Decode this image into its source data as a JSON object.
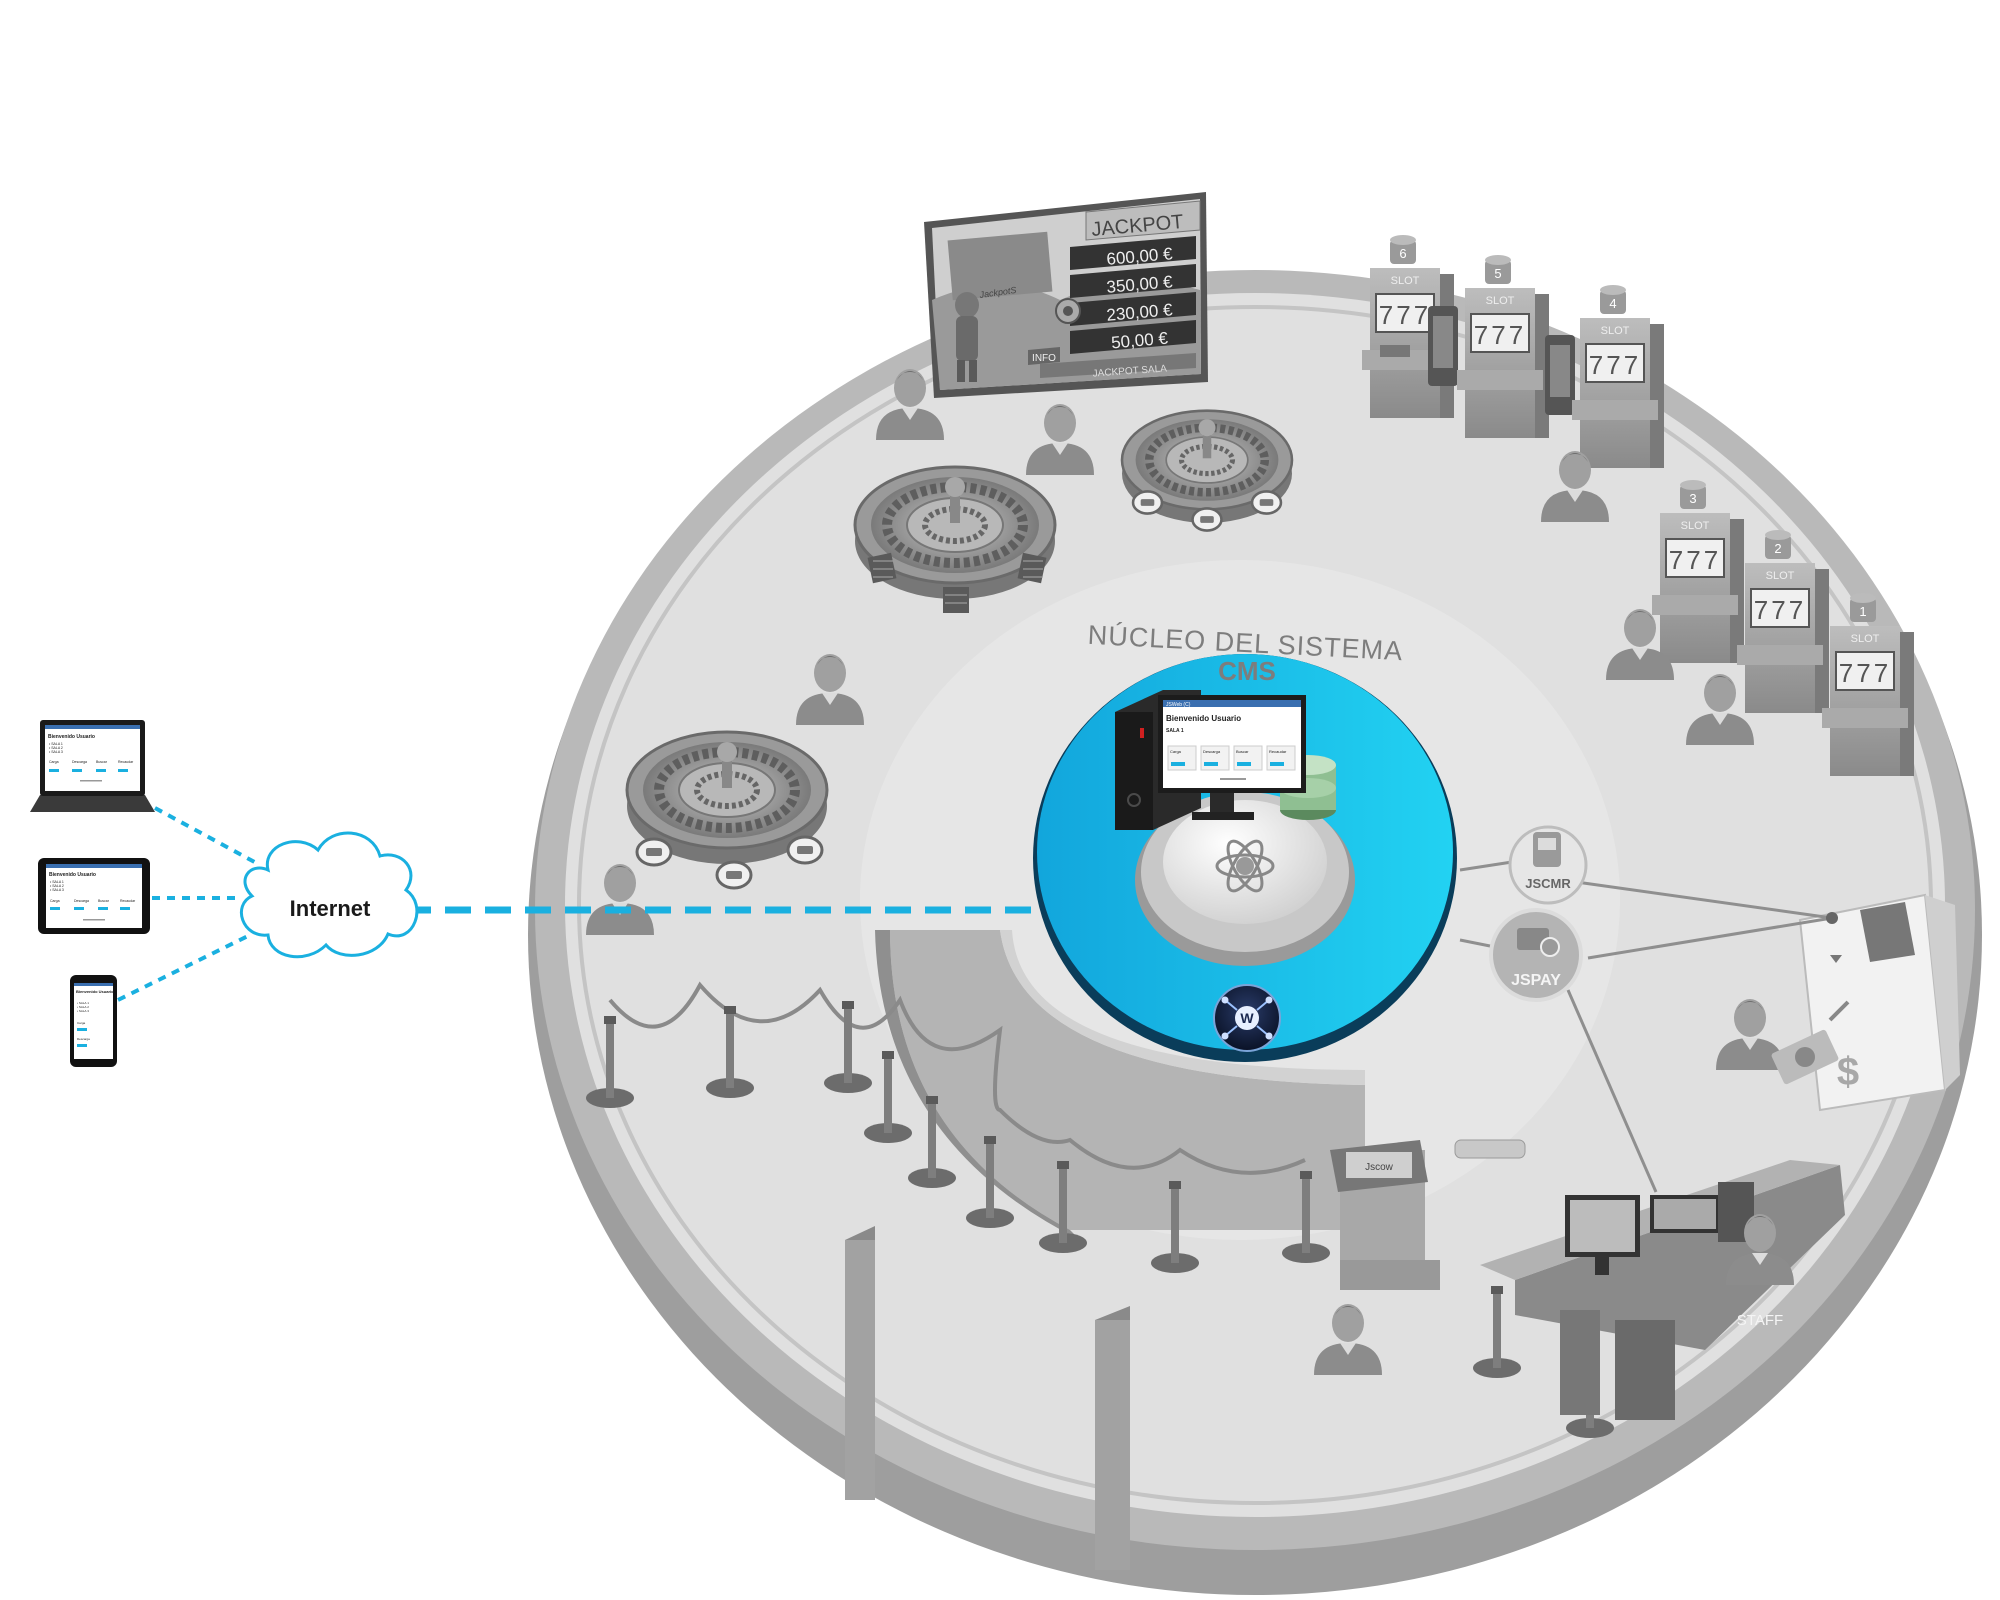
{
  "core": {
    "title": "NÚCLEO DEL SISTEMA",
    "subtitle": "CMS",
    "monitor": {
      "window_title": "JSWeb (C)",
      "welcome": "Bienvenido Usuario",
      "room": "SALA 1",
      "cards": [
        "Carga",
        "Descarga",
        "Buscar",
        "Recaudar"
      ]
    }
  },
  "network": {
    "cloud_label": "Internet"
  },
  "devices": {
    "laptop": {
      "welcome": "Bienvenido Usuario",
      "rooms": [
        "• SALA 1",
        "• SALA 2",
        "• SALA 3"
      ],
      "cards": [
        "Carga",
        "Descarga",
        "Buscar",
        "Recaudar"
      ]
    },
    "tablet": {
      "welcome": "Bienvenido Usuario",
      "rooms": [
        "• SALA 1",
        "• SALA 2",
        "• SALA 3"
      ],
      "cards": [
        "Carga",
        "Descarga",
        "Buscar",
        "Recaudar"
      ]
    },
    "phone": {
      "welcome": "Bienvenido Usuario",
      "rooms": [
        "• SALA 1",
        "• SALA 2",
        "• SALA 3"
      ],
      "cards": [
        "Carga",
        "Descarga"
      ]
    }
  },
  "jackpot_screen": {
    "title": "JACKPOT",
    "amounts": [
      "600,00 €",
      "350,00 €",
      "230,00 €",
      "50,00 €"
    ],
    "info_label": "INFO",
    "footer": "JACKPOT SALA",
    "badge": "JackpotS"
  },
  "slots": {
    "label": "SLOT",
    "reels": "777",
    "numbers": [
      "6",
      "5",
      "4",
      "3",
      "2",
      "1"
    ]
  },
  "modules": {
    "jscmr": "JSCMR",
    "jspay": "JSPAY"
  },
  "staff_label": "STAFF",
  "kiosk_label": "Jscow",
  "colors": {
    "accent": "#1ab0e0",
    "floor": "#dcdcdc",
    "rim": "#b4b4b4"
  }
}
